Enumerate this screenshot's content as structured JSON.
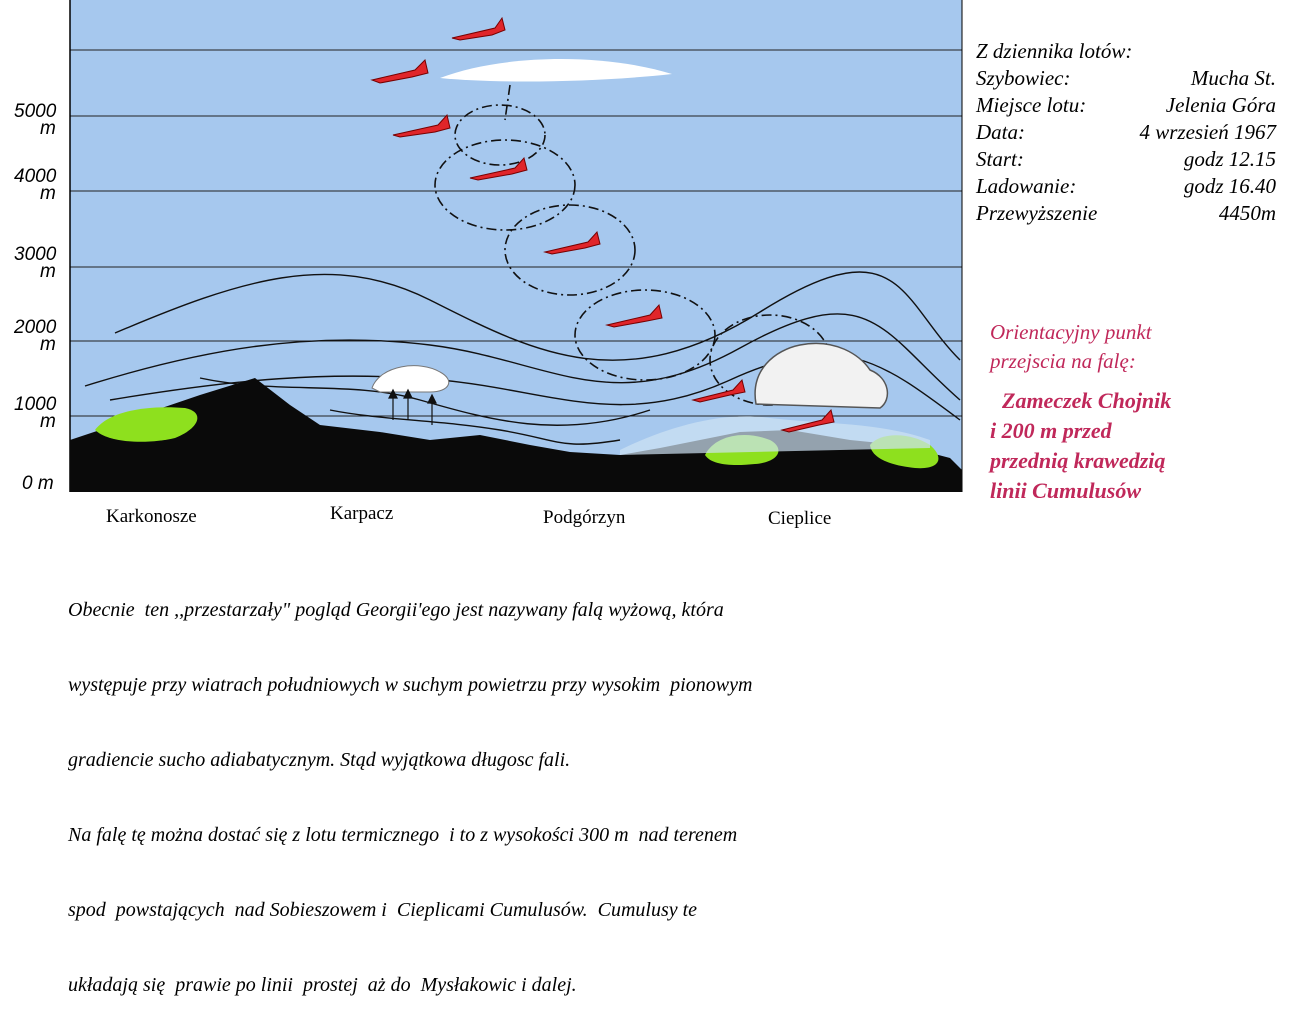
{
  "altitude_labels": [
    {
      "value": "5000",
      "unit": "m"
    },
    {
      "value": "4000",
      "unit": "m"
    },
    {
      "value": "3000",
      "unit": "m"
    },
    {
      "value": "2000",
      "unit": "m"
    },
    {
      "value": "1000",
      "unit": "m"
    },
    {
      "value": "0",
      "unit": "m"
    }
  ],
  "places": [
    "Karkonosze",
    "Karpacz",
    "Podgórzyn",
    "Cieplice"
  ],
  "flight_log": {
    "title": "Z dziennika lotów:",
    "rows": [
      {
        "key": "Szybowiec:",
        "value": "Mucha St."
      },
      {
        "key": "Miejsce lotu:",
        "value": "Jelenia Góra"
      },
      {
        "key": "Data:",
        "value": "4 wrzesień 1967"
      },
      {
        "key": "Start:",
        "value": "godz  12.15"
      },
      {
        "key": "Ladowanie:",
        "value": "godz  16.40"
      },
      {
        "key": "Przewyższenie",
        "value": "4450m"
      }
    ]
  },
  "orientation": {
    "header_1": "Orientacyjny punkt",
    "header_2": "przejscia na falę:",
    "line_1": "Zameczek  Chojnik",
    "line_2": "i  200 m przed",
    "line_3": "przednią krawedzią",
    "line_4": "linii  Cumulusów"
  },
  "body_lines": [
    "Obecnie  ten ,,przestarzały\" pogląd Georgii'ego jest nazywany falą wyżową, która",
    "występuje przy wiatrach południowych w suchym powietrzu przy wysokim  pionowym",
    "gradiencie sucho adiabatycznym. Stąd wyjątkowa długosc fali.",
    "Na falę tę można dostać się z lotu termicznego  i to z wysokości 300 m  nad terenem",
    "spod  powstających  nad Sobieszowem i  Cieplicami Cumulusów.  Cumulusy te",
    "układają się  prawie po linii  prostej  aż do  Mysłakowic i dalej."
  ],
  "colors": {
    "sky": "#a6c8ee",
    "terrain": "#0a0a0a",
    "vegetation": "#8ee01e",
    "glider": "#e0252a",
    "orientation_text": "#c0285a"
  }
}
